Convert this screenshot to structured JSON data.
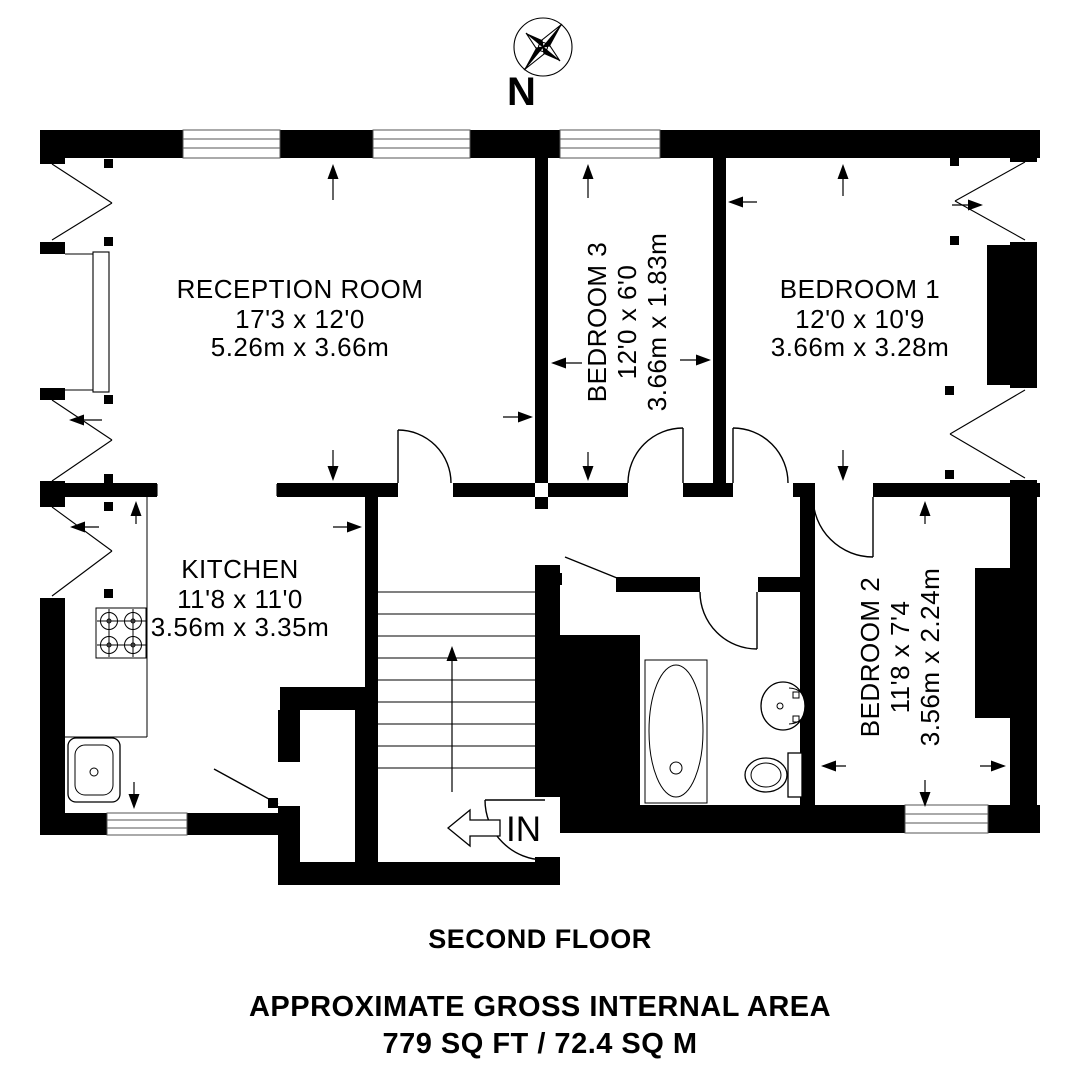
{
  "meta": {
    "background": "#ffffff",
    "ink": "#000000"
  },
  "compass": {
    "label": "N"
  },
  "rooms": [
    {
      "id": "reception",
      "name": "RECEPTION ROOM",
      "imperial": "17'3 x 12'0",
      "metric": "5.26m x 3.66m"
    },
    {
      "id": "bedroom3",
      "name": "BEDROOM 3",
      "imperial": "12'0 x 6'0",
      "metric": "3.66m x 1.83m"
    },
    {
      "id": "bedroom1",
      "name": "BEDROOM 1",
      "imperial": "12'0 x 10'9",
      "metric": "3.66m x 3.28m"
    },
    {
      "id": "kitchen",
      "name": "KITCHEN",
      "imperial": "11'8 x 11'0",
      "metric": "3.56m x 3.35m"
    },
    {
      "id": "bedroom2",
      "name": "BEDROOM 2",
      "imperial": "11'8 x 7'4",
      "metric": "3.56m x 2.24m"
    }
  ],
  "entrance": {
    "label": "IN"
  },
  "footer": {
    "floor": "SECOND FLOOR",
    "area_title": "APPROXIMATE GROSS INTERNAL AREA",
    "area_value": "779 SQ FT / 72.4 SQ M"
  }
}
